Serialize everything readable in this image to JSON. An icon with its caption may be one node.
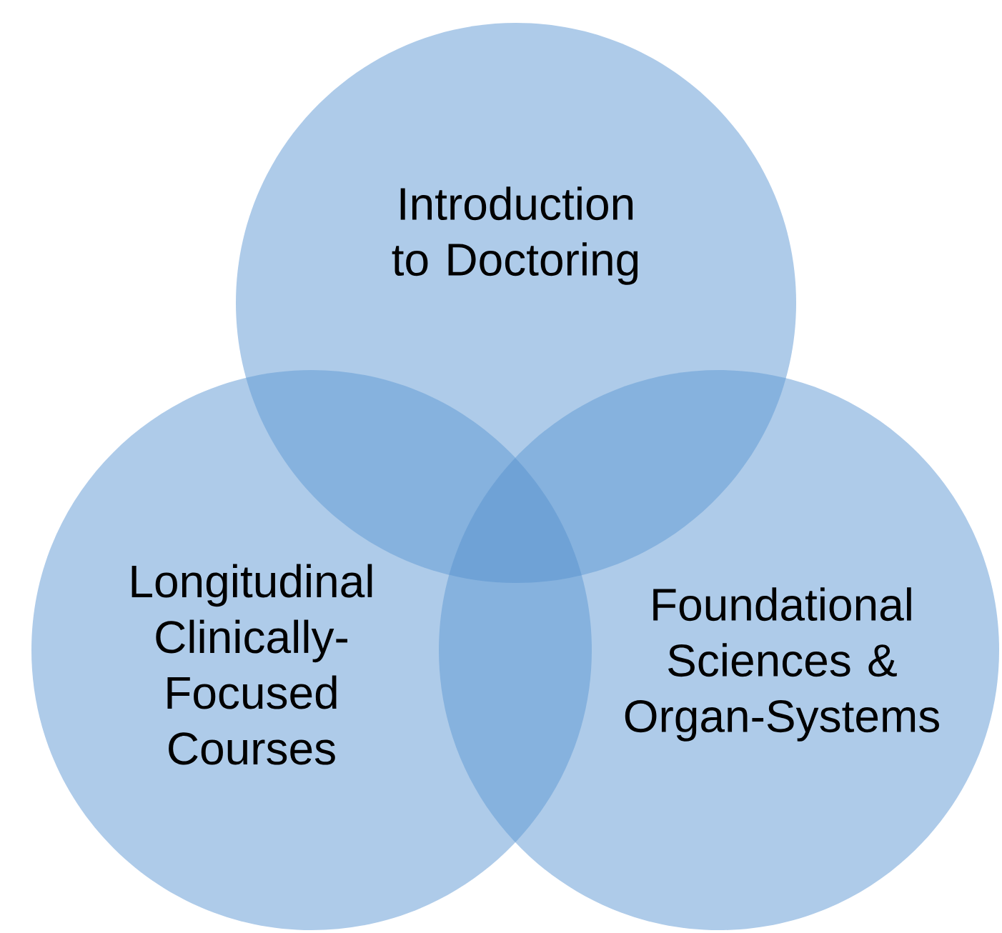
{
  "diagram": {
    "nodes": [
      {
        "text": [
          "Introduction to Doctoring"
        ]
      },
      {
        "text": [
          "Longitudinal Clinically-Focused Courses"
        ]
      },
      {
        "text": [
          "Foundational Sciences & Organ-Systems"
        ]
      }
    ]
  }
}
